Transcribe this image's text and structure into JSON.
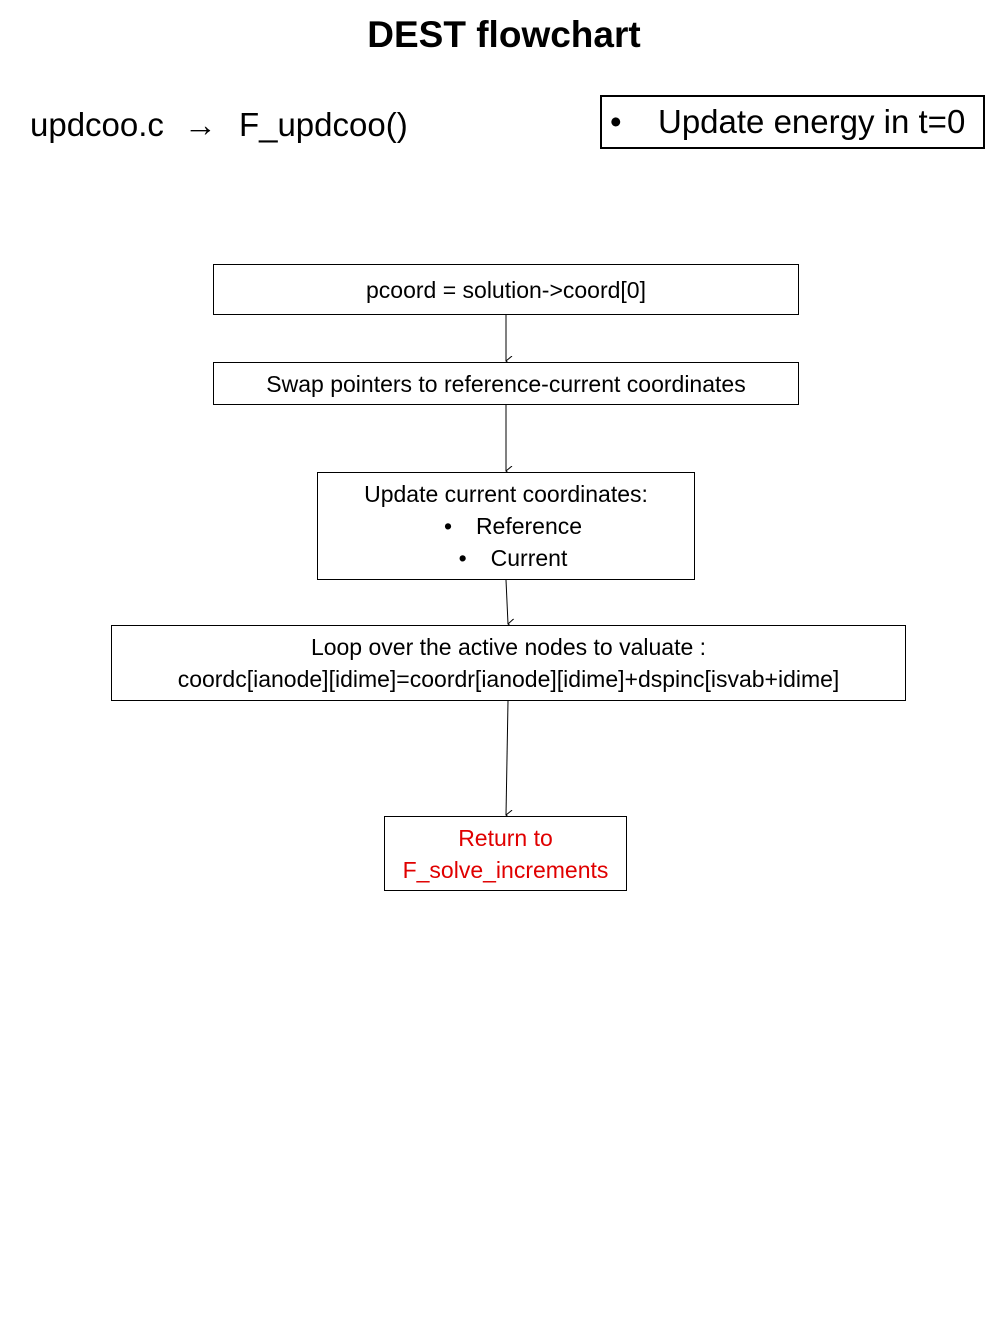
{
  "title": "DEST flowchart",
  "header": {
    "file": "updcoo.c",
    "arrow_icon": "→",
    "function": "F_updcoo()"
  },
  "note": {
    "bullet": "•",
    "text": "Update energy in t=0"
  },
  "flow": {
    "step1": "pcoord = solution->coord[0]",
    "step2": "Swap pointers to reference-current coordinates",
    "step3": {
      "heading": "Update current coordinates:",
      "bullet": "•",
      "items": [
        "Reference",
        "Current"
      ]
    },
    "step4": {
      "line1": "Loop over the active nodes to valuate :",
      "line2": "coordc[ianode][idime]=coordr[ianode][idime]+dspinc[isvab+idime]"
    },
    "step5": {
      "line1": "Return to",
      "line2": "F_solve_increments"
    }
  },
  "colors": {
    "text": "#000000",
    "return_text": "#e00000",
    "border": "#000000"
  }
}
